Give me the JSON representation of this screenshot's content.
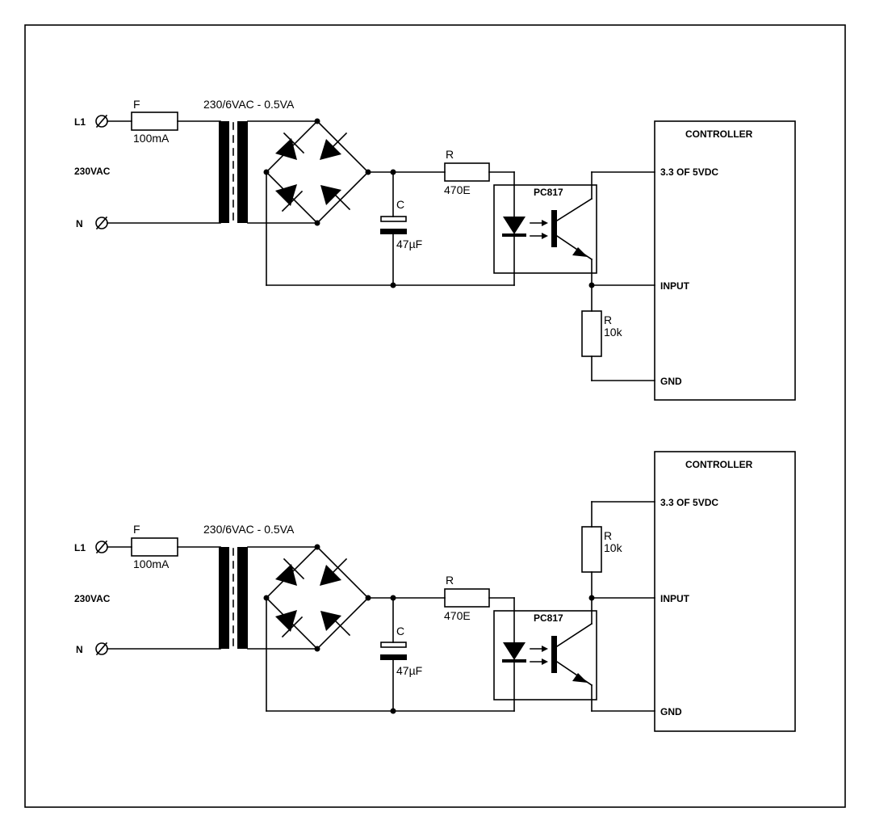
{
  "circuits": [
    {
      "terminals": {
        "l1": "L1",
        "n": "N",
        "supply": "230VAC"
      },
      "fuse": {
        "ref": "F",
        "value": "100mA"
      },
      "transformer": {
        "rating": "230/6VAC - 0.5VA"
      },
      "capacitor": {
        "ref": "C",
        "value": "47µF"
      },
      "series_resistor": {
        "ref": "R",
        "value": "470E"
      },
      "optocoupler": {
        "name": "PC817"
      },
      "pull_resistor": {
        "ref": "R",
        "value": "10k"
      },
      "controller": {
        "title": "CONTROLLER",
        "pin_supply": "3.3 OF 5VDC",
        "pin_input": "INPUT",
        "pin_gnd": "GND"
      }
    },
    {
      "terminals": {
        "l1": "L1",
        "n": "N",
        "supply": "230VAC"
      },
      "fuse": {
        "ref": "F",
        "value": "100mA"
      },
      "transformer": {
        "rating": "230/6VAC - 0.5VA"
      },
      "capacitor": {
        "ref": "C",
        "value": "47µF"
      },
      "series_resistor": {
        "ref": "R",
        "value": "470E"
      },
      "optocoupler": {
        "name": "PC817"
      },
      "pull_resistor": {
        "ref": "R",
        "value": "10k"
      },
      "controller": {
        "title": "CONTROLLER",
        "pin_supply": "3.3 OF 5VDC",
        "pin_input": "INPUT",
        "pin_gnd": "GND"
      }
    }
  ]
}
